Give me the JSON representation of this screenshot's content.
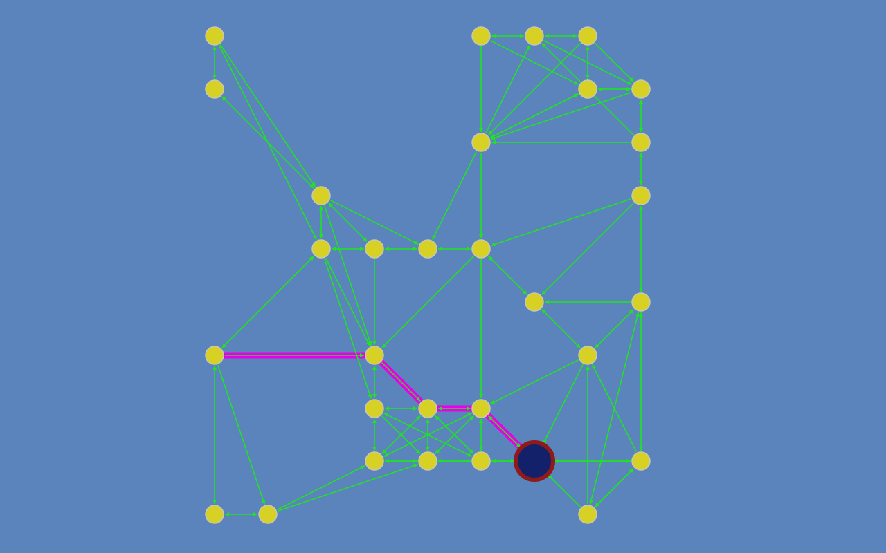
{
  "colors": {
    "background": "#5b84bd",
    "edge": "#1fe51f",
    "path": "#e800e8",
    "node_fill": "#d7d126",
    "node_stroke": "#c8c8b4",
    "target_fill": "#13206a",
    "target_ring": "#8e1a1c"
  },
  "graph": {
    "nodes": [
      {
        "id": "n1"
      },
      {
        "id": "n2"
      },
      {
        "id": "n3"
      },
      {
        "id": "n4"
      },
      {
        "id": "n5"
      },
      {
        "id": "n6"
      },
      {
        "id": "n7"
      },
      {
        "id": "n8"
      },
      {
        "id": "n9"
      },
      {
        "id": "n10"
      },
      {
        "id": "n11"
      },
      {
        "id": "n12"
      },
      {
        "id": "n13"
      },
      {
        "id": "n14"
      },
      {
        "id": "n15"
      },
      {
        "id": "n16"
      },
      {
        "id": "n17"
      },
      {
        "id": "n18"
      },
      {
        "id": "n19"
      },
      {
        "id": "n20"
      },
      {
        "id": "n21"
      },
      {
        "id": "n22"
      },
      {
        "id": "n23"
      },
      {
        "id": "n24"
      },
      {
        "id": "n25"
      },
      {
        "id": "n26"
      },
      {
        "id": "n27"
      },
      {
        "id": "n28"
      },
      {
        "id": "n29"
      },
      {
        "id": "n30"
      },
      {
        "id": "n31"
      },
      {
        "id": "n32"
      },
      {
        "id": "n33",
        "selected": true
      },
      {
        "id": "n34"
      },
      {
        "id": "n35"
      },
      {
        "id": "n36"
      }
    ],
    "edges": [
      {
        "from": "n1",
        "to": "n2",
        "bidirectional": true
      },
      {
        "from": "n1",
        "to": "n10"
      },
      {
        "from": "n1",
        "to": "n11"
      },
      {
        "from": "n2",
        "to": "n10",
        "bidirectional": true
      },
      {
        "from": "n3",
        "to": "n4",
        "bidirectional": true
      },
      {
        "from": "n3",
        "to": "n6"
      },
      {
        "from": "n3",
        "to": "n8"
      },
      {
        "from": "n4",
        "to": "n5",
        "bidirectional": true
      },
      {
        "from": "n4",
        "to": "n7"
      },
      {
        "from": "n5",
        "to": "n6",
        "bidirectional": true
      },
      {
        "from": "n5",
        "to": "n7"
      },
      {
        "from": "n5",
        "to": "n8"
      },
      {
        "from": "n6",
        "to": "n7",
        "bidirectional": true
      },
      {
        "from": "n6",
        "to": "n8"
      },
      {
        "from": "n7",
        "to": "n8"
      },
      {
        "from": "n7",
        "to": "n9",
        "bidirectional": true
      },
      {
        "from": "n8",
        "to": "n6"
      },
      {
        "from": "n8",
        "to": "n4"
      },
      {
        "from": "n8",
        "to": "n14"
      },
      {
        "from": "n8",
        "to": "n13"
      },
      {
        "from": "n9",
        "to": "n8"
      },
      {
        "from": "n9",
        "to": "n4"
      },
      {
        "from": "n9",
        "to": "n15",
        "bidirectional": true
      },
      {
        "from": "n10",
        "to": "n11",
        "bidirectional": true
      },
      {
        "from": "n10",
        "to": "n12",
        "bidirectional": true
      },
      {
        "from": "n10",
        "to": "n13"
      },
      {
        "from": "n10",
        "to": "n19"
      },
      {
        "from": "n11",
        "to": "n12",
        "bidirectional": true
      },
      {
        "from": "n11",
        "to": "n18",
        "bidirectional": true
      },
      {
        "from": "n11",
        "to": "n20"
      },
      {
        "from": "n11",
        "to": "n19"
      },
      {
        "from": "n12",
        "to": "n13",
        "bidirectional": true
      },
      {
        "from": "n12",
        "to": "n19"
      },
      {
        "from": "n13",
        "to": "n14",
        "bidirectional": true
      },
      {
        "from": "n14",
        "to": "n16",
        "bidirectional": true
      },
      {
        "from": "n14",
        "to": "n19"
      },
      {
        "from": "n14",
        "to": "n22"
      },
      {
        "from": "n15",
        "to": "n14"
      },
      {
        "from": "n15",
        "to": "n16"
      },
      {
        "from": "n15",
        "to": "n17",
        "bidirectional": true
      },
      {
        "from": "n17",
        "to": "n16"
      },
      {
        "from": "n17",
        "to": "n24",
        "bidirectional": true
      },
      {
        "from": "n17",
        "to": "n36",
        "bidirectional": true
      },
      {
        "from": "n16",
        "to": "n23",
        "bidirectional": true
      },
      {
        "from": "n18",
        "to": "n19",
        "path": true
      },
      {
        "from": "n18",
        "to": "n30",
        "bidirectional": true
      },
      {
        "from": "n18",
        "to": "n31"
      },
      {
        "from": "n19",
        "to": "n20",
        "bidirectional": true
      },
      {
        "from": "n19",
        "to": "n21",
        "path": true
      },
      {
        "from": "n20",
        "to": "n21",
        "bidirectional": true
      },
      {
        "from": "n20",
        "to": "n27"
      },
      {
        "from": "n20",
        "to": "n28"
      },
      {
        "from": "n21",
        "to": "n22",
        "bidirectional": true,
        "path": true
      },
      {
        "from": "n21",
        "to": "n26",
        "bidirectional": true
      },
      {
        "from": "n21",
        "to": "n27",
        "bidirectional": true
      },
      {
        "from": "n21",
        "to": "n29",
        "bidirectional": true
      },
      {
        "from": "n20",
        "to": "n26",
        "bidirectional": true
      },
      {
        "from": "n20",
        "to": "n29",
        "bidirectional": true
      },
      {
        "from": "n22",
        "to": "n26",
        "bidirectional": true
      },
      {
        "from": "n22",
        "to": "n27",
        "bidirectional": true
      },
      {
        "from": "n22",
        "to": "n29",
        "bidirectional": true
      },
      {
        "from": "n22",
        "to": "n33",
        "path": true
      },
      {
        "from": "n23",
        "to": "n22"
      },
      {
        "from": "n23",
        "to": "n33"
      },
      {
        "from": "n24",
        "to": "n23",
        "bidirectional": true
      },
      {
        "from": "n24",
        "to": "n34",
        "bidirectional": true
      },
      {
        "from": "n26",
        "to": "n27",
        "bidirectional": true
      },
      {
        "from": "n26",
        "to": "n29",
        "bidirectional": true
      },
      {
        "from": "n27",
        "to": "n29",
        "bidirectional": true
      },
      {
        "from": "n29",
        "to": "n33",
        "bidirectional": true
      },
      {
        "from": "n30",
        "to": "n31",
        "bidirectional": true
      },
      {
        "from": "n31",
        "to": "n26"
      },
      {
        "from": "n31",
        "to": "n27"
      },
      {
        "from": "n34",
        "to": "n33"
      },
      {
        "from": "n34",
        "to": "n22"
      },
      {
        "from": "n34",
        "to": "n23"
      },
      {
        "from": "n34",
        "to": "n35",
        "bidirectional": true
      },
      {
        "from": "n35",
        "to": "n33",
        "bidirectional": true
      },
      {
        "from": "n35",
        "to": "n23"
      },
      {
        "from": "n35",
        "to": "n29"
      },
      {
        "from": "n36",
        "to": "n35",
        "bidirectional": true
      },
      {
        "from": "n36",
        "to": "n34",
        "bidirectional": true
      }
    ]
  }
}
